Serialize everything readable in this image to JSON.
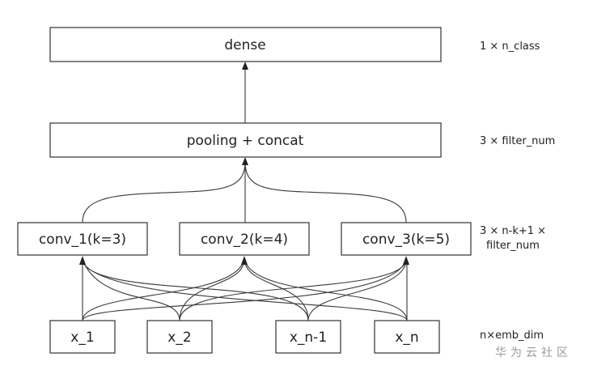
{
  "nodes": {
    "dense": "dense",
    "pooling": "pooling + concat",
    "conv1": "conv_1(k=3)",
    "conv2": "conv_2(k=4)",
    "conv3": "conv_3(k=5)",
    "x1": "x_1",
    "x2": "x_2",
    "xn1": "x_n-1",
    "xn": "x_n"
  },
  "shapes": {
    "dense": "1 × n_class",
    "pooling": "3 × filter_num",
    "conv_line1": "3 × n-k+1 ×",
    "conv_line2": "filter_num",
    "input": "n×emb_dim"
  },
  "watermark": "华为云社区"
}
